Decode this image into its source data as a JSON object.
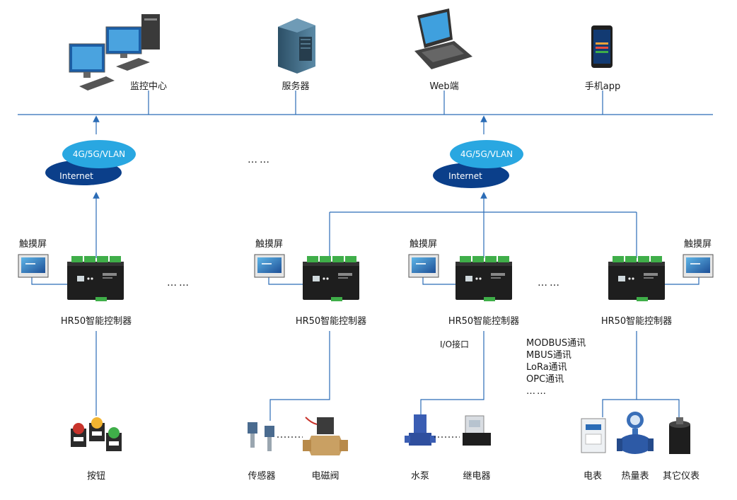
{
  "top": {
    "monitor_center": "监控中心",
    "server": "服务器",
    "web": "Web端",
    "mobile_app": "手机app"
  },
  "network": {
    "cloud_top": "4G/5G/VLAN",
    "cloud_bottom": "Internet"
  },
  "controllers": {
    "name": "HR50智能控制器",
    "touch_screen": "触摸屏"
  },
  "ellipsis": "……",
  "io_label": "I/O接口",
  "protocols": [
    "MODBUS通讯",
    "MBUS通讯",
    "LoRa通讯",
    "OPC通讯",
    "……"
  ],
  "devices": {
    "button": "按钮",
    "sensor": "传感器",
    "solenoid_valve": "电磁阀",
    "water_pump": "水泵",
    "relay": "继电器",
    "electric_meter": "电表",
    "heat_meter": "热量表",
    "other_meters": "其它仪表"
  },
  "colors": {
    "line": "#2b6cb6",
    "cloud_light": "#29a7e1",
    "cloud_dark": "#0b3f8a",
    "controller_body": "#1f1f1f",
    "terminal_green": "#3fae49"
  }
}
